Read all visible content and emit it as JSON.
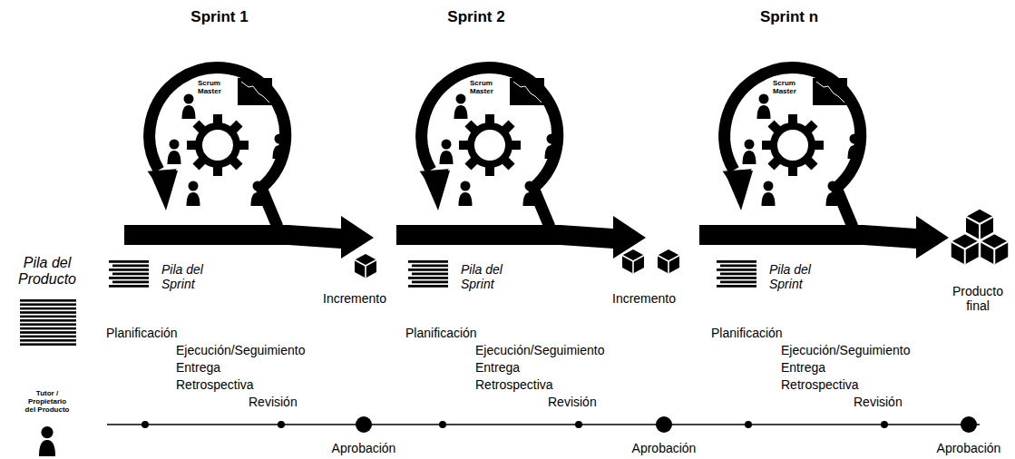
{
  "diagram": {
    "labels": [
      "Sprint 1",
      "Sprint 2",
      "Sprint n",
      "Scrum Master",
      "Scrum Master",
      "Scrum Master",
      "Pila del Producto",
      "Pila del Sprint",
      "Pila del Sprint",
      "Pila del Sprint",
      "Incremento",
      "Incremento",
      "Producto final",
      "Planificación",
      "Ejecución/Seguimiento",
      "Entrega",
      "Retrospectiva",
      "Revisión",
      "Planificación",
      "Ejecución/Seguimiento",
      "Entrega",
      "Retrospectiva",
      "Revisión",
      "Planificación",
      "Ejecución/Seguimiento",
      "Entrega",
      "Retrospectiva",
      "Revisión",
      "Tutor / Propietario del Producto",
      "Aprobación",
      "Aprobación",
      "Aprobación"
    ]
  }
}
